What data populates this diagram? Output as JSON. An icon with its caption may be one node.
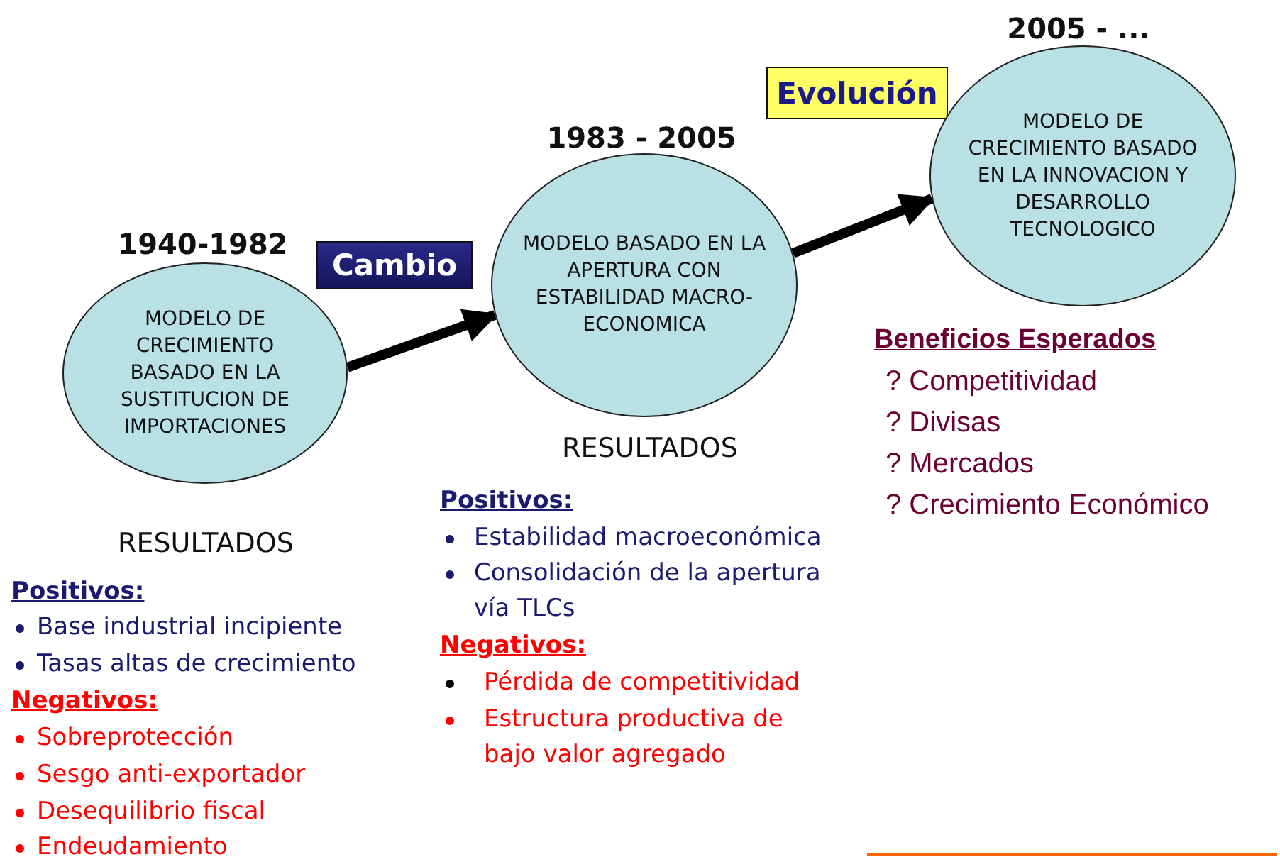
{
  "diagram": {
    "nodes": [
      {
        "text": [
          "MODELO DE CRECIMIENTO BASADO EN LA SUSTITUCION DE IMPORTACIONES"
        ],
        "beside": [
          "1940-1982"
        ]
      },
      {
        "text": [
          "Cambio"
        ]
      },
      {
        "text": [
          "MODELO BASADO EN LA APERTURA CON ESTABILIDAD MACRO- ECONOMICA"
        ],
        "beside": [
          "1983 - 2005"
        ]
      },
      {
        "text": [
          "Evolución"
        ]
      },
      {
        "text": [
          "MODELO DE CRECIMIENTO BASADO EN LA INNOVACION Y DESARROLLO TECNOLOGICO"
        ],
        "beside": [
          "2005 - ..."
        ]
      }
    ],
    "edges": [
      {
        "from": 0,
        "to": 2,
        "arrow": "to"
      },
      {
        "from": 2,
        "to": 4,
        "arrow": "to"
      }
    ],
    "labels": [
      "RESULTADOS",
      "Positivos:",
      "Base industrial incipiente",
      "Tasas altas de crecimiento",
      "Negativos:",
      "Sobreprotección",
      "Sesgo anti-exportador",
      "Desequilibrio fiscal",
      "Endeudamiento",
      "RESULTADOS",
      "Positivos:",
      "Estabilidad macroeconómica",
      "Consolidación de la apertura vía TLCs",
      "Negativos:",
      "Pérdida de competitividad",
      "Estructura productiva de bajo valor agregado",
      "Beneficios Esperados",
      "? Competitividad",
      "? Divisas",
      "? Mercados",
      "? Crecimiento Económico"
    ]
  }
}
